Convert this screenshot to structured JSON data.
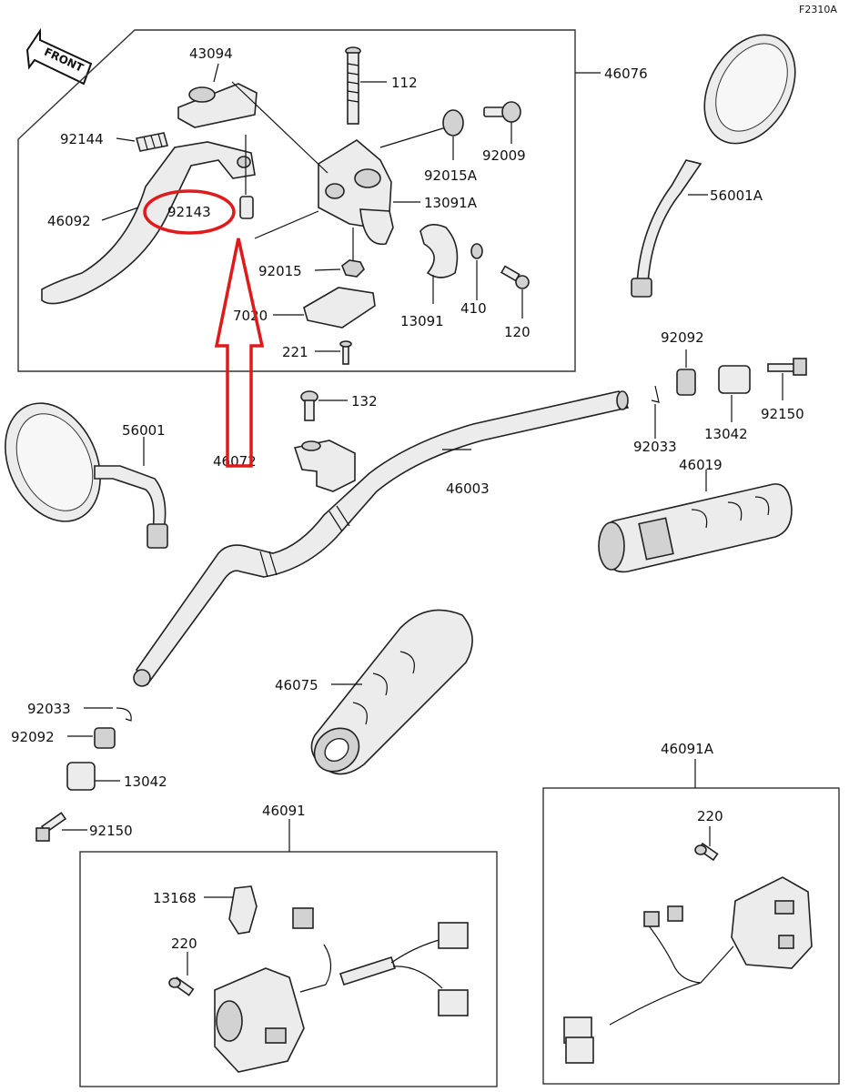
{
  "figure_code": "F2310A",
  "front_arrow_label": "FRONT",
  "labels": {
    "p43094": "43094",
    "p112": "112",
    "p46076": "46076",
    "p92144": "92144",
    "p92009": "92009",
    "p92015A": "92015A",
    "p13091A": "13091A",
    "p46092": "46092",
    "p92143": "92143",
    "p92015": "92015",
    "p410": "410",
    "p13091": "13091",
    "p7020": "7020",
    "p120": "120",
    "p221": "221",
    "p56001A": "56001A",
    "p132": "132",
    "p92092_r": "92092",
    "p56001": "56001",
    "p46072": "46072",
    "p92033_r": "92033",
    "p13042_r": "13042",
    "p92150_r": "92150",
    "p46003": "46003",
    "p46019": "46019",
    "p46075": "46075",
    "p92033_l": "92033",
    "p92092_l": "92092",
    "p13042_l": "13042",
    "p92150_l": "92150",
    "p46091A": "46091A",
    "p46091": "46091",
    "p220_r": "220",
    "p13168": "13168",
    "p220_l": "220"
  },
  "highlight": {
    "circled_part": "92143",
    "color": "#e0191b"
  }
}
